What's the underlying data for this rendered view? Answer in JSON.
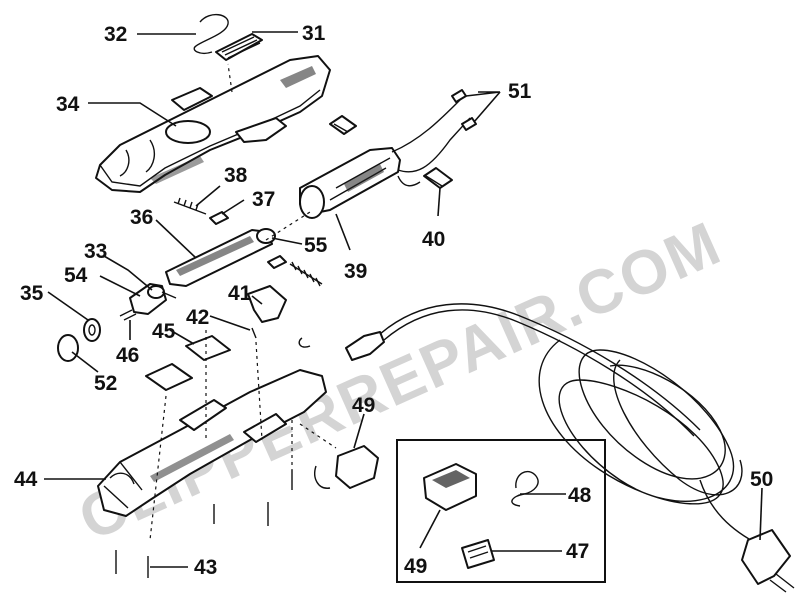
{
  "watermark": "CLIPPERREPAIR.COM",
  "callouts": {
    "p31": "31",
    "p32": "32",
    "p33": "33",
    "p34": "34",
    "p35": "35",
    "p36": "36",
    "p37": "37",
    "p38": "38",
    "p39": "39",
    "p40": "40",
    "p41": "41",
    "p42": "42",
    "p43": "43",
    "p44": "44",
    "p45": "45",
    "p46": "46",
    "p47": "47",
    "p48": "48",
    "p49a": "49",
    "p49b": "49",
    "p50": "50",
    "p51": "51",
    "p52": "52",
    "p54": "54",
    "p55": "55"
  }
}
